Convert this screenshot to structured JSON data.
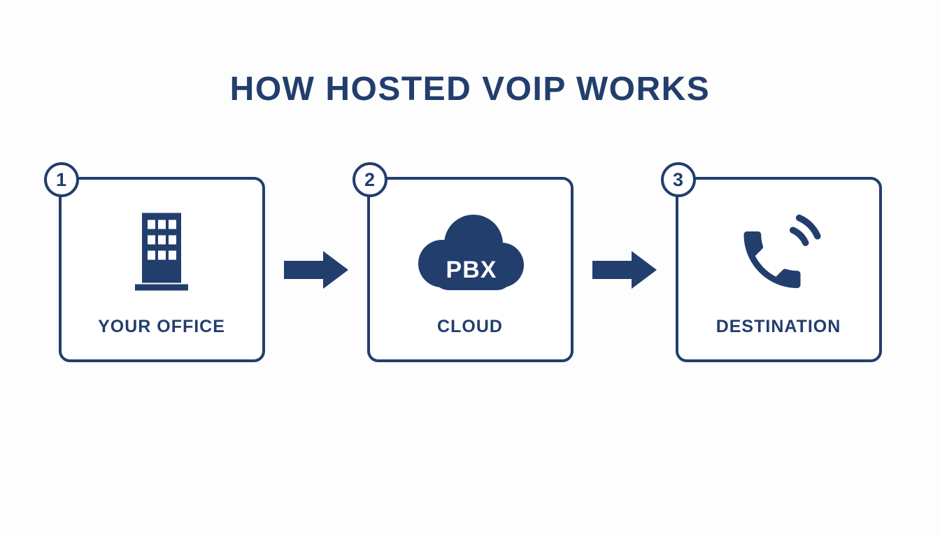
{
  "colors": {
    "accent": "#223e6d",
    "background": "#fdfdfe"
  },
  "header": {
    "title": "HOW HOSTED VOIP WORKS"
  },
  "steps": [
    {
      "number": "1",
      "label": "YOUR OFFICE",
      "icon": "office-building-icon"
    },
    {
      "number": "2",
      "label": "CLOUD",
      "icon": "cloud-icon",
      "icon_text": "PBX"
    },
    {
      "number": "3",
      "label": "DESTINATION",
      "icon": "phone-call-icon"
    }
  ],
  "connectors": [
    {
      "icon": "arrow-right-icon"
    },
    {
      "icon": "arrow-right-icon"
    }
  ]
}
